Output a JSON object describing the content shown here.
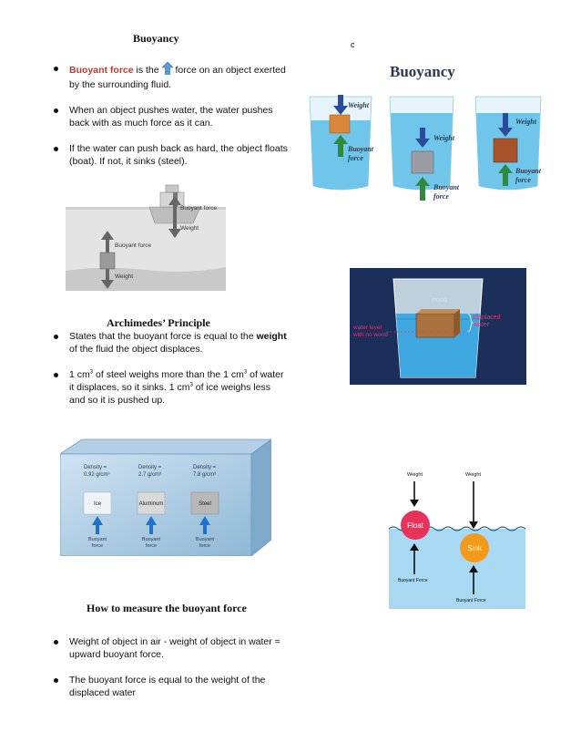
{
  "left": {
    "heading1": "Buoyancy",
    "b1": {
      "red": "Buoyant force",
      "pre": " is the",
      "post": " force on an object exerted by the surrounding fluid."
    },
    "b2": "When an object pushes water, the water pushes back with as much force as it can.",
    "b3": "If the water can push back as hard, the object floats (boat).  If not, it sinks (steel).",
    "boat": {
      "buoyant1": "Buoyant force",
      "weight1": "Weight",
      "buoyant2": "Buoyant force",
      "weight2": "Weight"
    },
    "heading2": "Archimedes’ Principle",
    "b4": {
      "pre": "States that the buoyant force is equal to the ",
      "bold": "weight",
      "post": " of the fluid the object displaces."
    },
    "b5": {
      "t1": "1 cm",
      "sup1": "3",
      "t2": " of steel weighs more than the 1 cm",
      "sup2": "3",
      "t3": " of water it displaces, so it sinks.  1 cm",
      "sup3": "3",
      "t4": " of ice weighs less and so it is pushed up."
    },
    "tank": {
      "d1": "Density =",
      "v1": "0.92 g/cm³",
      "n1": "Ice",
      "d2": "Density =",
      "v2": "2.7 g/cm³",
      "n2": "Aluminum",
      "d3": "Density =",
      "v3": "7.8 g/cm³",
      "n3": "Steel",
      "bf": "Buoyant",
      "force": "force"
    },
    "heading3": "How to measure the buoyant force",
    "b6": "Weight of object in air - weight of object in water = upward buoyant force.",
    "b7": "The buoyant force is equal to the weight of the displaced water"
  },
  "right": {
    "c": "c",
    "beakers": {
      "title": "Buoyancy",
      "weight": "Weight",
      "buoyant": "Buoyant",
      "force": "force"
    },
    "wood": {
      "label": "wood",
      "level1": "water level",
      "level2": "with no wood",
      "disp1": "displaced",
      "disp2": "water"
    },
    "floatsink": {
      "weight": "Weight",
      "float": "Float",
      "sink": "Sink",
      "bf": "Buoyant Force"
    }
  },
  "colors": {
    "red": "#c0392b",
    "navy": "#1c2e5a",
    "water": "#4fb3e8",
    "float": "#e8325a",
    "sink": "#f39a1d"
  }
}
